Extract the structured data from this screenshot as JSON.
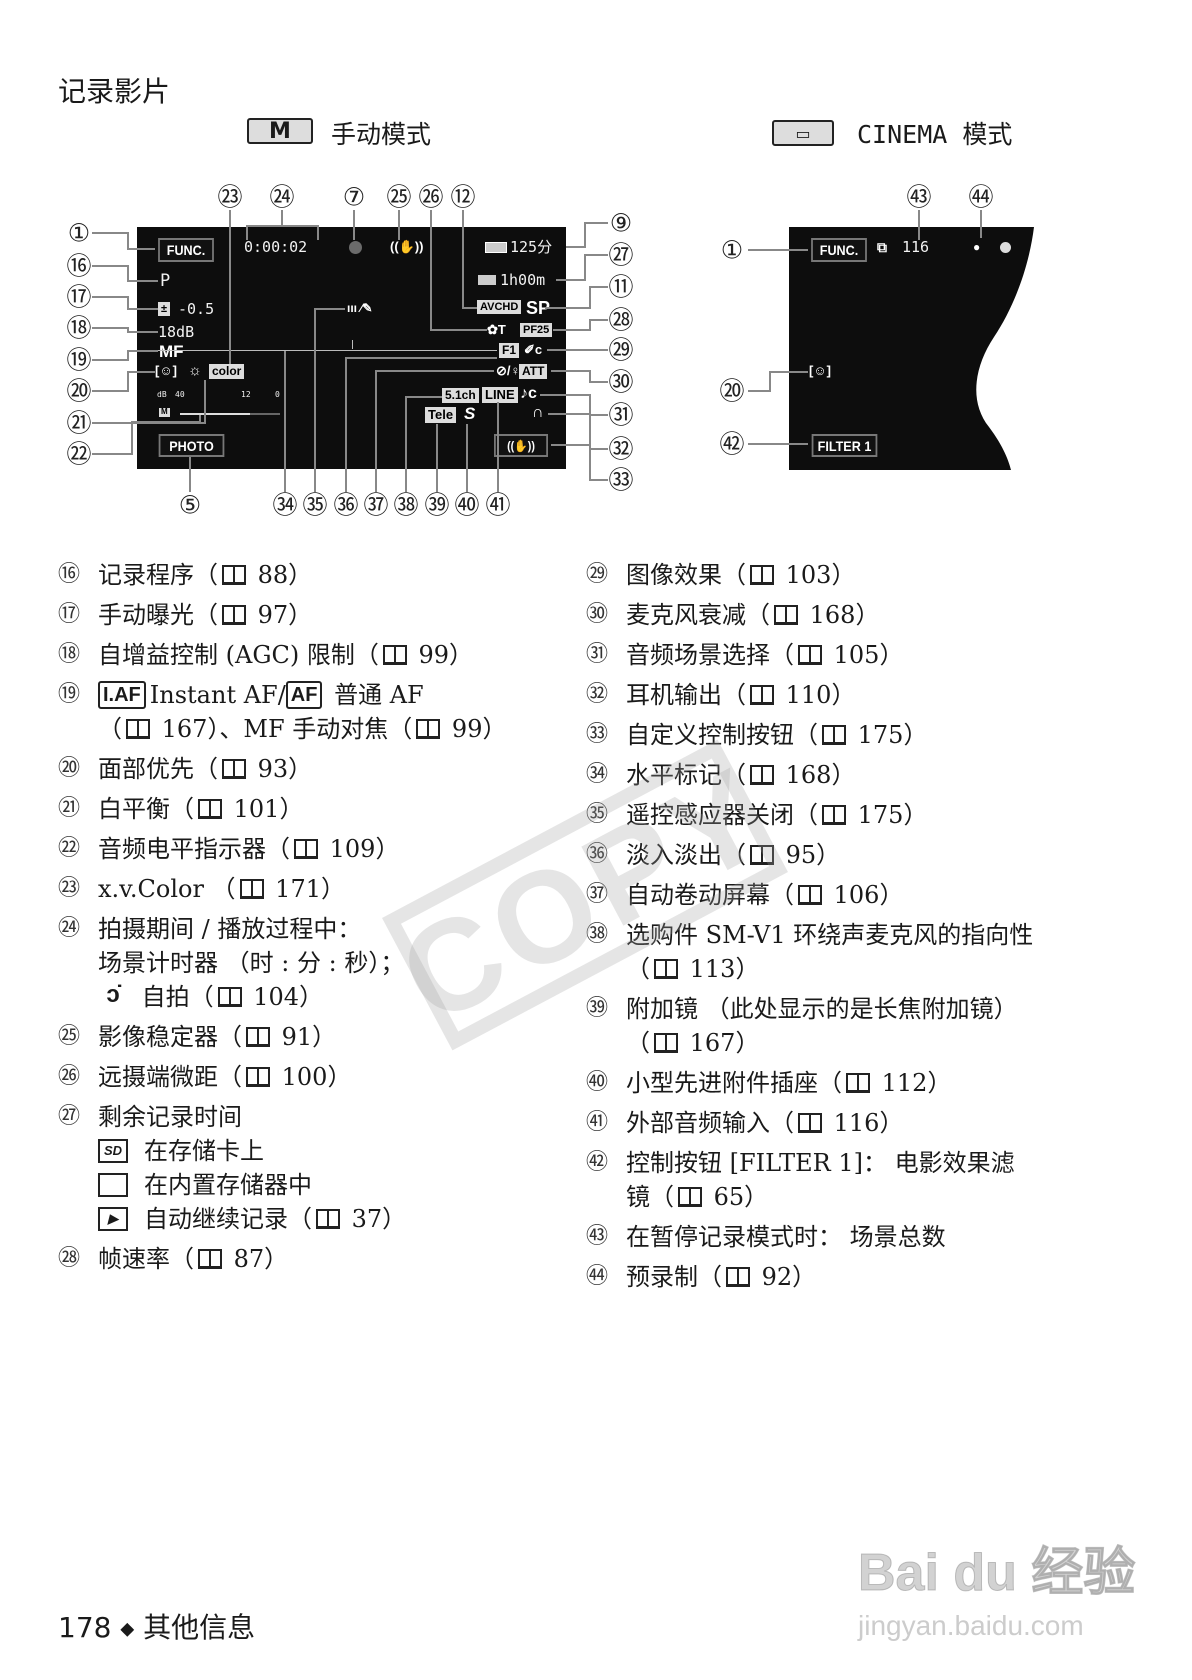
{
  "section_title": "记录影片",
  "modes": {
    "manual": {
      "badge": "M",
      "label": "手动模式"
    },
    "cinema": {
      "badge": "▭",
      "label": "CINEMA 模式"
    }
  },
  "screen1": {
    "func": "FUNC.",
    "timecode": "0:00:02",
    "battery_time": "125分",
    "remaining_time": "1h00m",
    "format": "AVCHD",
    "quality": "SP",
    "frame_rate": "PF25",
    "program": "P",
    "exposure": "-0.5",
    "agc": "18dB",
    "focus": "MF",
    "color": "color",
    "image_effect": "F1",
    "att": "ATT",
    "mic_51": "5.1ch",
    "line_in": "LINE",
    "audio_scene": "♪c",
    "tele": "Tele",
    "photo": "PHOTO",
    "meter": {
      "db": "dB",
      "t40": "40",
      "t12": "12",
      "t0": "0",
      "m": "M"
    },
    "icons": {
      "record": "record-dot-icon",
      "stabilizer": "image-stabilizer-icon",
      "battery": "battery-icon",
      "sd": "sd-card-icon",
      "tele_macro": "tele-macro-icon",
      "effect": "image-effect-icon",
      "mic_att": "mic-attenuator-icon",
      "shoe": "accessory-shoe-icon",
      "headphone": "headphone-icon",
      "remote_off": "remote-off-icon",
      "face": "face-detection-icon",
      "wb": "white-balance-icon",
      "custom": "custom-button-icon"
    },
    "callouts": [
      "①",
      "⑯",
      "⑰",
      "⑱",
      "⑲",
      "⑳",
      "㉑",
      "㉒",
      "㉓",
      "㉔",
      "⑦",
      "㉕",
      "㉖",
      "⑫",
      "⑨",
      "㉗",
      "⑪",
      "㉘",
      "㉙",
      "㉚",
      "㉛",
      "㉜",
      "㉝",
      "⑤",
      "㉞",
      "㉟",
      "㊱",
      "㊲",
      "㊳",
      "㊴",
      "㊵",
      "㊶"
    ]
  },
  "screen2": {
    "func": "FUNC.",
    "scene_count": "116",
    "filter": "FILTER 1",
    "callouts": [
      "①",
      "⑳",
      "㊷",
      "㊸",
      "㊹"
    ]
  },
  "list_left": [
    {
      "num": "⑯",
      "lines": [
        [
          "记录程序（",
          {
            "book": true
          },
          " 88）"
        ]
      ]
    },
    {
      "num": "⑰",
      "lines": [
        [
          "手动曝光（",
          {
            "book": true
          },
          " 97）"
        ]
      ]
    },
    {
      "num": "⑱",
      "lines": [
        [
          "自增益控制 (AGC) 限制（",
          {
            "book": true
          },
          " 99）"
        ]
      ]
    },
    {
      "num": "⑲",
      "lines": [
        [
          {
            "badge": "I.AF"
          },
          "Instant AF/",
          {
            "badge": "AF"
          },
          " 普通 AF"
        ],
        [
          "（",
          {
            "book": true
          },
          " 167）、MF 手动对焦（",
          {
            "book": true
          },
          " 99）"
        ]
      ]
    },
    {
      "num": "⑳",
      "lines": [
        [
          "面部优先（",
          {
            "book": true
          },
          " 93）"
        ]
      ]
    },
    {
      "num": "㉑",
      "lines": [
        [
          "白平衡（",
          {
            "book": true
          },
          " 101）"
        ]
      ]
    },
    {
      "num": "㉒",
      "lines": [
        [
          "音频电平指示器（",
          {
            "book": true
          },
          " 109）"
        ]
      ]
    },
    {
      "num": "㉓",
      "lines": [
        [
          "x.v.Color （",
          {
            "book": true
          },
          " 171）"
        ]
      ]
    },
    {
      "num": "㉔",
      "lines": [
        [
          "拍摄期间 / 播放过程中："
        ],
        [
          "场景计时器 （时 : 分 : 秒）；"
        ],
        [
          {
            "icon": "self-timer",
            "glyph": "ↄ̇"
          },
          " 自拍（",
          {
            "book": true
          },
          " 104）"
        ]
      ]
    },
    {
      "num": "㉕",
      "lines": [
        [
          "影像稳定器（",
          {
            "book": true
          },
          " 91）"
        ]
      ]
    },
    {
      "num": "㉖",
      "lines": [
        [
          "远摄端微距（",
          {
            "book": true
          },
          " 100）"
        ]
      ]
    },
    {
      "num": "㉗",
      "lines": [
        [
          "剩余记录时间"
        ],
        [
          {
            "icon": "sd-card",
            "glyph": "SD"
          },
          "在存储卡上"
        ],
        [
          {
            "icon": "built-in-memory",
            "glyph": ""
          },
          "在内置存储器中"
        ],
        [
          {
            "icon": "relay-recording",
            "glyph": "▶"
          },
          "自动继续记录（",
          {
            "book": true
          },
          " 37）"
        ]
      ]
    },
    {
      "num": "㉘",
      "lines": [
        [
          "帧速率（",
          {
            "book": true
          },
          " 87）"
        ]
      ]
    }
  ],
  "list_right": [
    {
      "num": "㉙",
      "lines": [
        [
          "图像效果（",
          {
            "book": true
          },
          " 103）"
        ]
      ]
    },
    {
      "num": "㉚",
      "lines": [
        [
          "麦克风衰减（",
          {
            "book": true
          },
          " 168）"
        ]
      ]
    },
    {
      "num": "㉛",
      "lines": [
        [
          "音频场景选择（",
          {
            "book": true
          },
          " 105）"
        ]
      ]
    },
    {
      "num": "㉜",
      "lines": [
        [
          "耳机输出（",
          {
            "book": true
          },
          " 110）"
        ]
      ]
    },
    {
      "num": "㉝",
      "lines": [
        [
          "自定义控制按钮（",
          {
            "book": true
          },
          " 175）"
        ]
      ]
    },
    {
      "num": "㉞",
      "lines": [
        [
          "水平标记（",
          {
            "book": true
          },
          " 168）"
        ]
      ]
    },
    {
      "num": "㉟",
      "lines": [
        [
          "遥控感应器关闭（",
          {
            "book": true
          },
          " 175）"
        ]
      ]
    },
    {
      "num": "㊱",
      "lines": [
        [
          "淡入淡出（",
          {
            "book": true
          },
          " 95）"
        ]
      ]
    },
    {
      "num": "㊲",
      "lines": [
        [
          "自动卷动屏幕（",
          {
            "book": true
          },
          " 106）"
        ]
      ]
    },
    {
      "num": "㊳",
      "lines": [
        [
          "选购件 SM-V1 环绕声麦克风的指向性"
        ],
        [
          "（",
          {
            "book": true
          },
          " 113）"
        ]
      ]
    },
    {
      "num": "㊴",
      "lines": [
        [
          "附加镜 （此处显示的是长焦附加镜）"
        ],
        [
          "（",
          {
            "book": true
          },
          " 167）"
        ]
      ]
    },
    {
      "num": "㊵",
      "lines": [
        [
          "小型先进附件插座（",
          {
            "book": true
          },
          " 112）"
        ]
      ]
    },
    {
      "num": "㊶",
      "lines": [
        [
          "外部音频输入（",
          {
            "book": true
          },
          " 116）"
        ]
      ]
    },
    {
      "num": "㊷",
      "lines": [
        [
          "控制按钮 [FILTER 1]： 电影效果滤"
        ],
        [
          "镜（",
          {
            "book": true
          },
          " 65）"
        ]
      ]
    },
    {
      "num": "㊸",
      "lines": [
        [
          "在暂停记录模式时： 场景总数"
        ]
      ]
    },
    {
      "num": "㊹",
      "lines": [
        [
          "预录制（",
          {
            "book": true
          },
          " 92）"
        ]
      ]
    }
  ],
  "footer": {
    "page": "178",
    "bullet": "◆",
    "section": "其他信息"
  },
  "watermarks": {
    "copy": "COPY",
    "logo": "Bai du 经验",
    "url": "jingyan.baidu.com"
  },
  "colors": {
    "record_dot": "#6b6b6b",
    "screen_bg": "#0d0d0d",
    "leader": "#888888"
  }
}
